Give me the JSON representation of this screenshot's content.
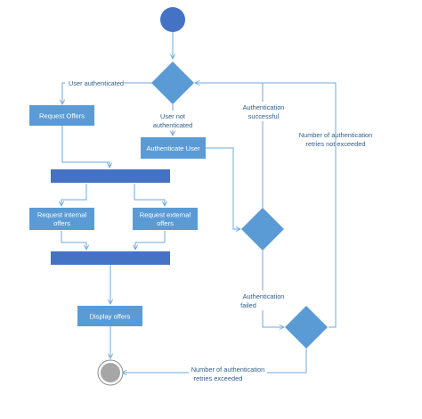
{
  "colors": {
    "node_fill": "#5b9bd5",
    "node_stroke": "#4a86c2",
    "bar_fill": "#4472c4",
    "edge": "#6fa8dc",
    "start_fill": "#4472c4",
    "end_fill": "#a6a6a6",
    "end_ring": "#8c8c8c",
    "label": "#2f5d8c"
  },
  "nodes": {
    "request_offers": "Request Offers",
    "authenticate_user": "Authenticate User",
    "request_internal_line1": "Request internal",
    "request_internal_line2": "offers",
    "request_external_line1": "Request external",
    "request_external_line2": "offers",
    "display_offers": "Display offers"
  },
  "edge_labels": {
    "user_authenticated": "User authenticated",
    "user_not_auth_line1": "User not",
    "user_not_auth_line2": "authenticated",
    "auth_success_line1": "Authentication",
    "auth_success_line2": "successful",
    "retries_not_exceeded_line1": "Number of authentication",
    "retries_not_exceeded_line2": "retries not exceeded",
    "auth_failed_line1": "Authentication",
    "auth_failed_line2": "failed",
    "retries_exceeded_line1": "Number of authentication",
    "retries_exceeded_line2": "retries exceeded"
  }
}
